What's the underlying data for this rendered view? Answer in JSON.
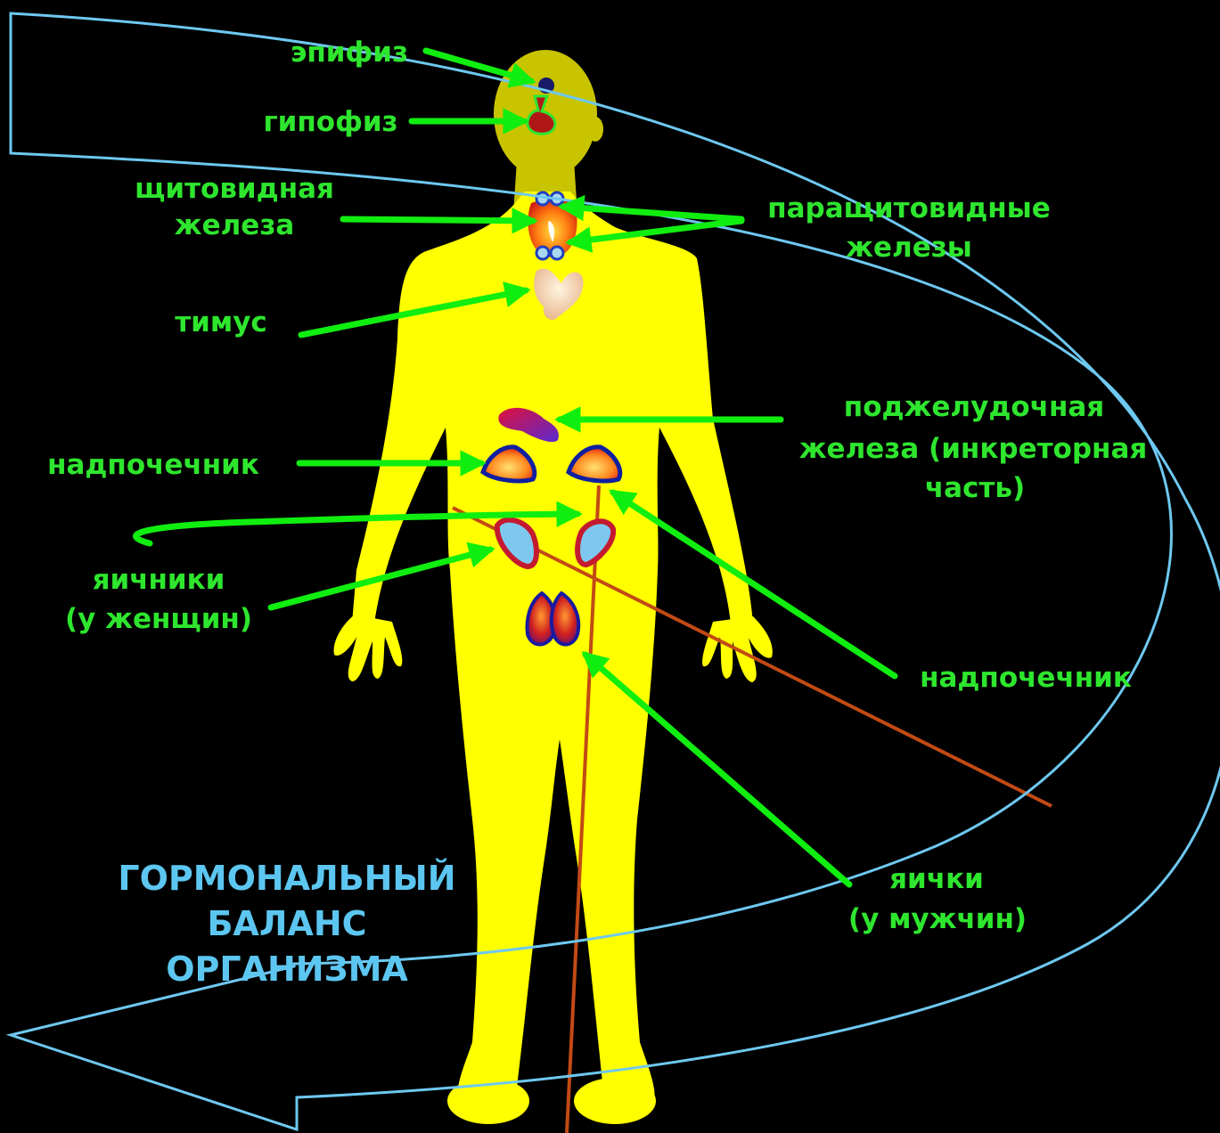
{
  "colors": {
    "background": "#000000",
    "body": "#ffff00",
    "label": "#2ee62e",
    "arrow": "#10ee10",
    "balance_outline": "#6ec8f0",
    "balance_text": "#5cc6f0",
    "crossing_lines": "#c24a14"
  },
  "labels": {
    "epiphysis": "эпифиз",
    "pituitary": "гипофиз",
    "thyroid_line1": "щитовидная",
    "thyroid_line2": "железа",
    "parathyroid_line1": "паращитовидные",
    "parathyroid_line2": "железы",
    "thymus": "тимус",
    "pancreas_line1": "поджелудочная",
    "pancreas_line2": "железа (инкреторная",
    "pancreas_line3": "часть)",
    "adrenal_left": "надпочечник",
    "adrenal_right": "надпочечник",
    "ovaries_line1": "яичники",
    "ovaries_line2": "(у женщин)",
    "testes_line1": "яички",
    "testes_line2": "(у мужчин)"
  },
  "balance": {
    "line1": "ГОРМОНАЛЬНЫЙ",
    "line2": "БАЛАНС",
    "line3": "ОРГАНИЗМА"
  },
  "icons": [
    "body-silhouette",
    "pineal-gland-icon",
    "pituitary-gland-icon",
    "thyroid-gland-icon",
    "parathyroid-glands-icon",
    "thymus-icon",
    "pancreas-icon",
    "adrenal-gland-icon",
    "ovary-icon",
    "testes-icon",
    "curved-arrow-icon"
  ]
}
